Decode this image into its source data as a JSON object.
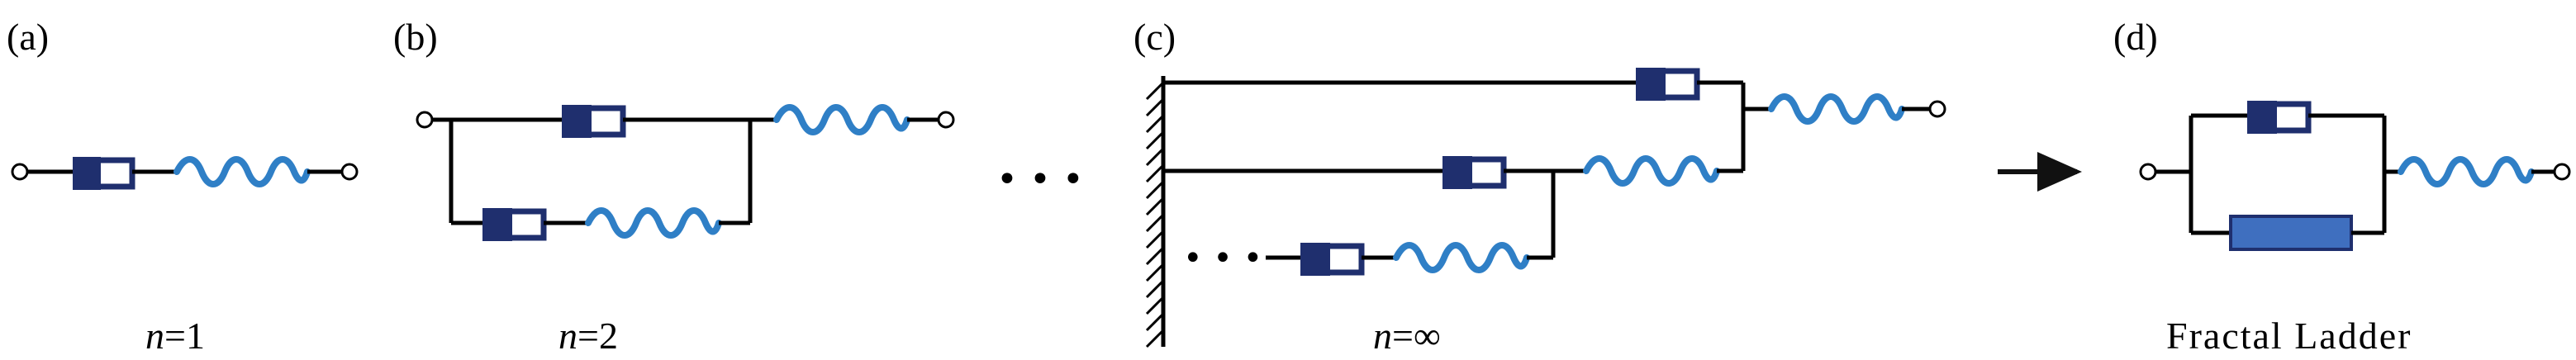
{
  "panels": {
    "a": {
      "label": "(a)",
      "caption_var": "n",
      "caption_rest": "=1"
    },
    "b": {
      "label": "(b)",
      "caption_var": "n",
      "caption_rest": "=2"
    },
    "c": {
      "label": "(c)",
      "caption_var": "n",
      "caption_rest": "=∞"
    },
    "d": {
      "label": "(d)",
      "caption": "Fractal Ladder"
    }
  },
  "ellipsis_between": "• • •",
  "ellipsis_inner": "• • •",
  "colors": {
    "dashpot": "#1f2f6e",
    "spring": "#2f7fc6",
    "fractal_element": "#3f6fbf",
    "wire": "#000000"
  },
  "icons": [
    "dashpot-icon",
    "spring-icon",
    "terminal-node-icon",
    "arrow-right-icon",
    "ground-wall-icon",
    "fractal-element-icon"
  ]
}
